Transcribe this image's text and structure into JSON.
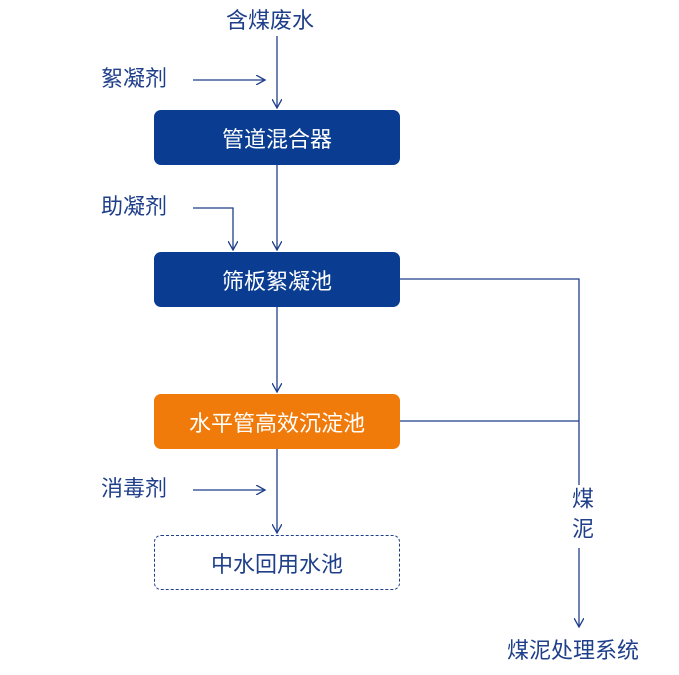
{
  "source": "含煤废水",
  "inputs": {
    "flocculant": "絮凝剂",
    "coagulant_aid": "助凝剂",
    "disinfectant": "消毒剂"
  },
  "process": {
    "mixer": "管道混合器",
    "sieve_tank": "筛板絮凝池",
    "sediment_tank": "水平管高效沉淀池",
    "reuse_pool": "中水回用水池"
  },
  "sludge": {
    "line_label": "煤泥",
    "destination": "煤泥处理系统"
  },
  "colors": {
    "line": "#1f3f8a",
    "box_blue": "#0a3d91",
    "box_orange": "#f07b0a"
  }
}
